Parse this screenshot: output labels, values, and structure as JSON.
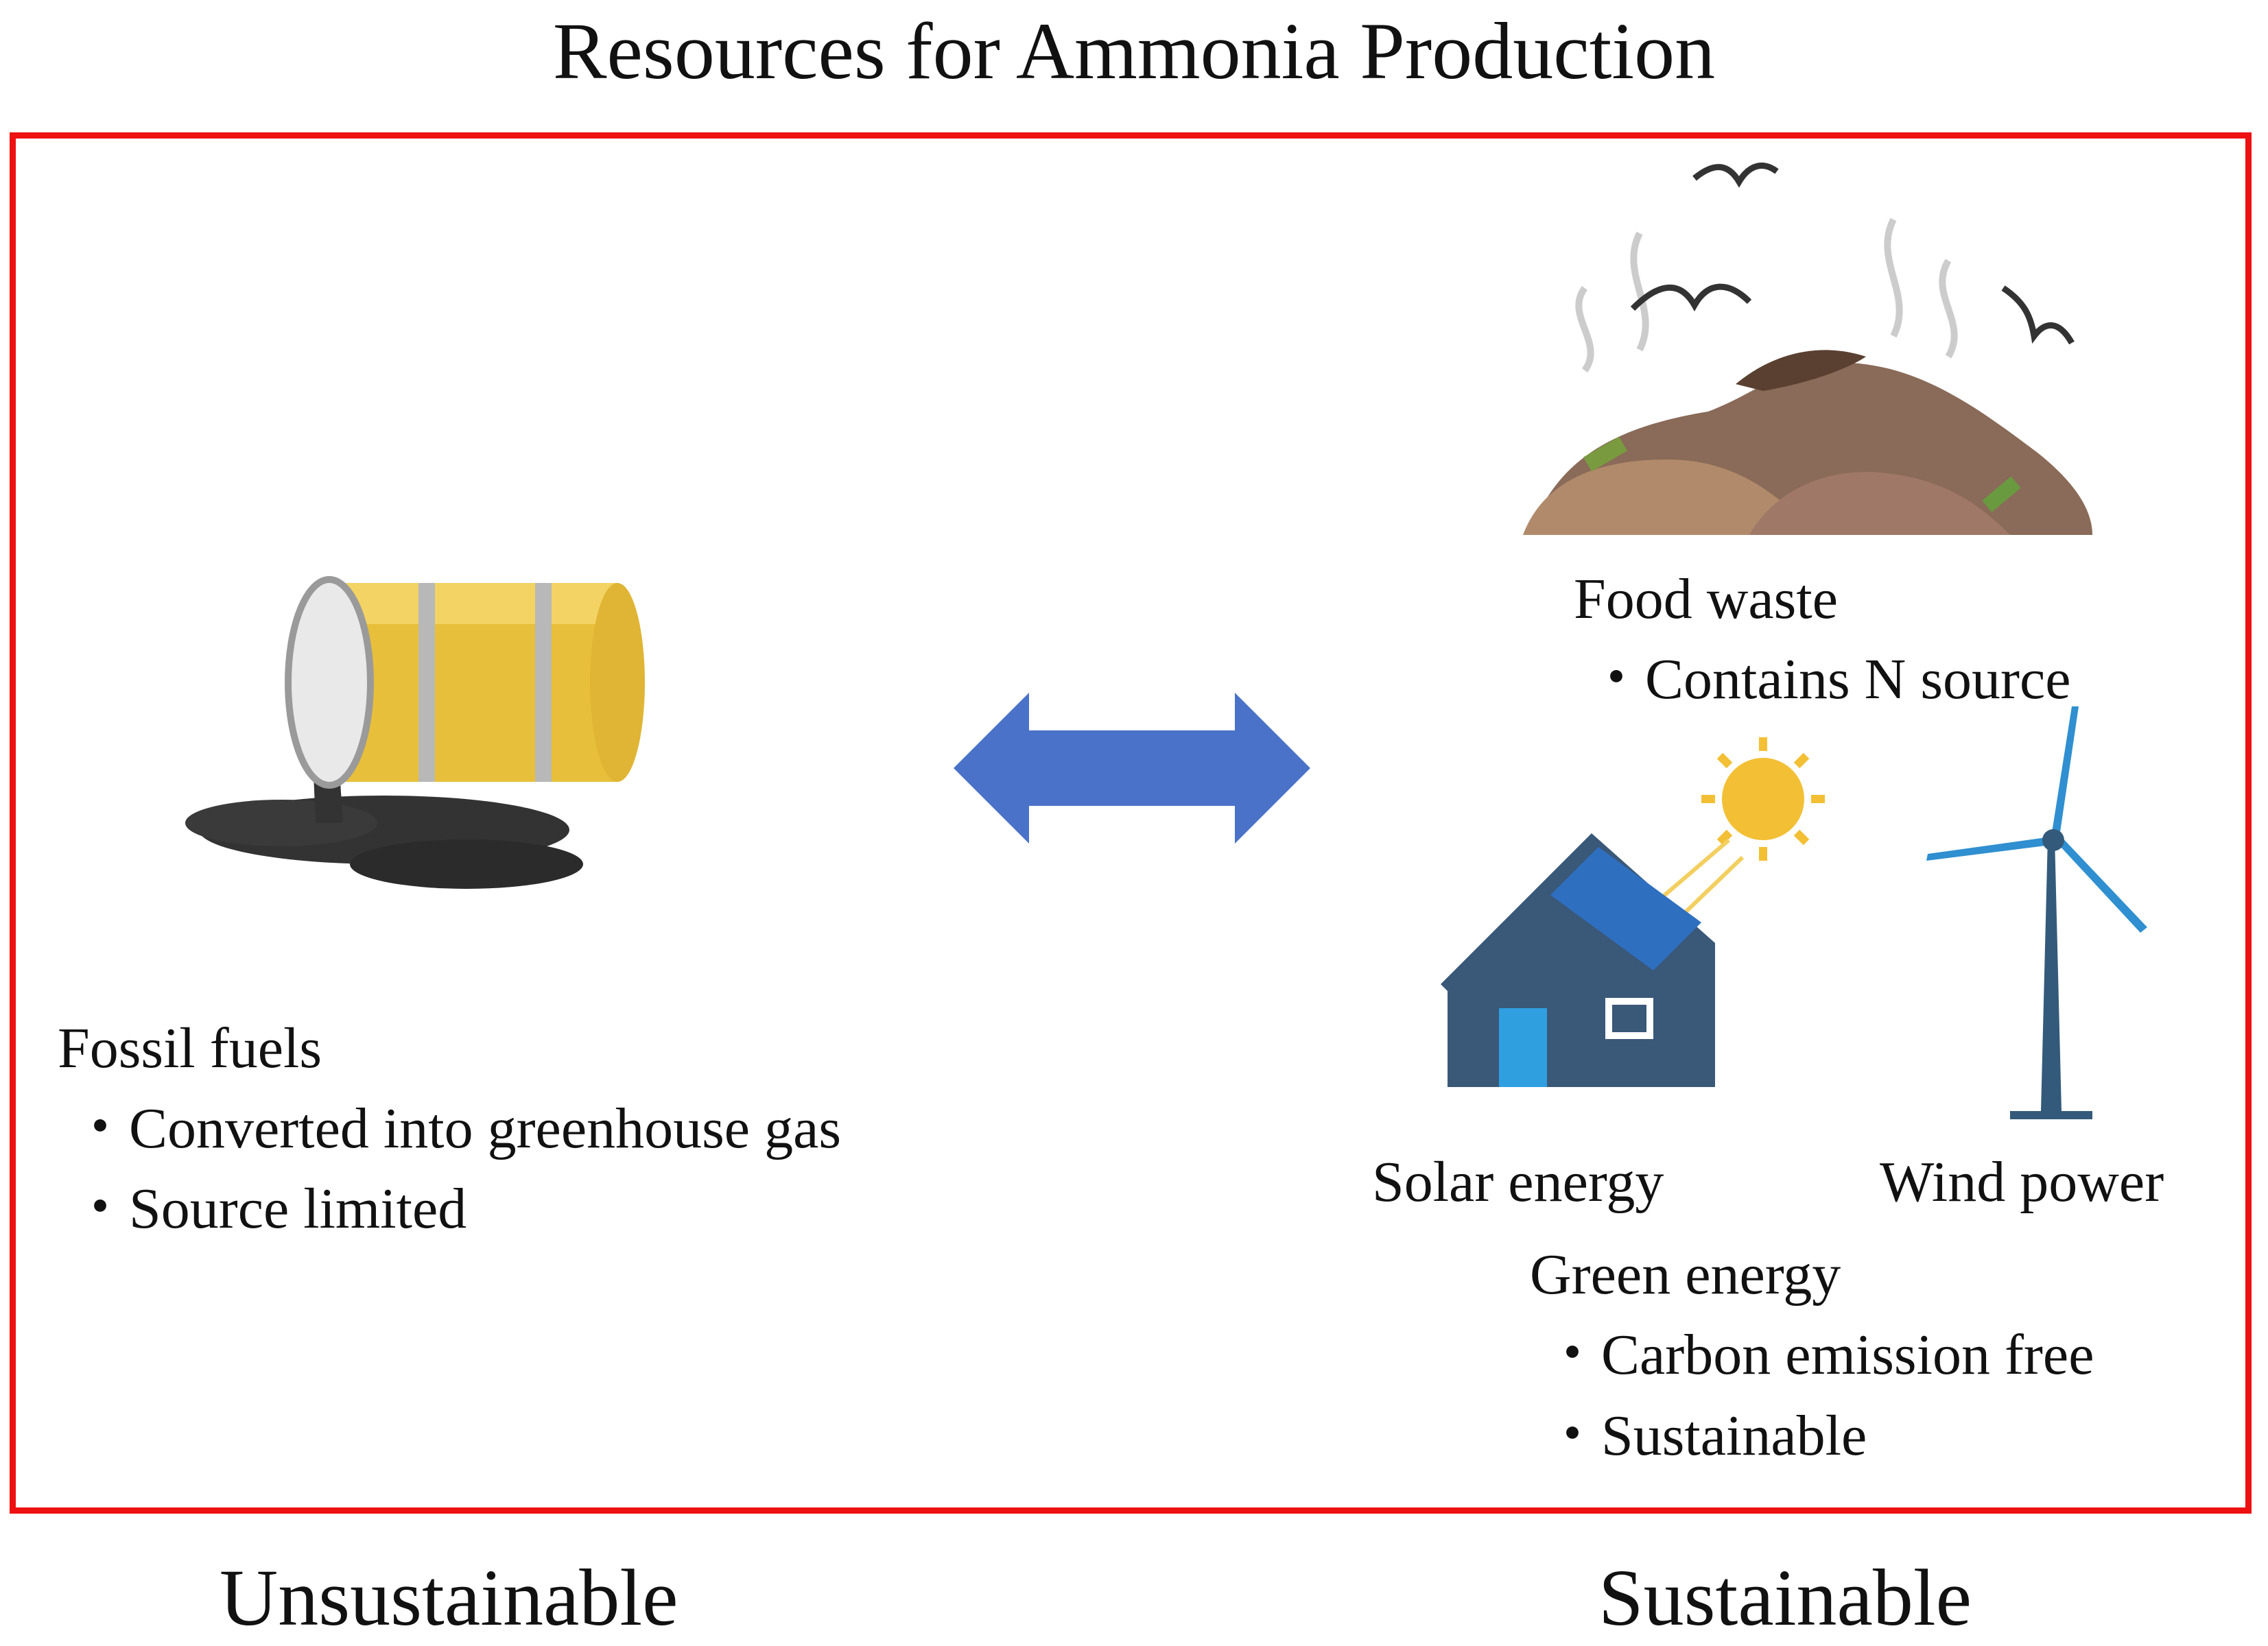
{
  "title": "Resources for Ammonia Production",
  "colors": {
    "frame": "#ee1111",
    "arrow": "#4a72c8",
    "barrel": "#e8bf3a",
    "oil": "#333333",
    "house": "#3a5878",
    "panel": "#2f6fc0",
    "sun": "#f3bf34",
    "turbine": "#2f8fd0",
    "tower": "#335a7a"
  },
  "left": {
    "heading": "Fossil fuels",
    "points": [
      "・Converted into greenhouse gas",
      "・Source limited"
    ],
    "icon": "oil-barrel-icon"
  },
  "arrow_icon": "double-arrow-icon",
  "right": {
    "food": {
      "heading": "Food waste",
      "points": [
        "・Contains N source"
      ],
      "icon": "food-waste-pile-icon"
    },
    "solar_label": "Solar energy",
    "solar_icon": "solar-house-icon",
    "wind_label": "Wind power",
    "wind_icon": "wind-turbine-icon",
    "green": {
      "heading": "Green energy",
      "points": [
        "・Carbon emission free",
        "・Sustainable"
      ]
    }
  },
  "bottom": {
    "left": "Unsustainable",
    "right": "Sustainable"
  }
}
